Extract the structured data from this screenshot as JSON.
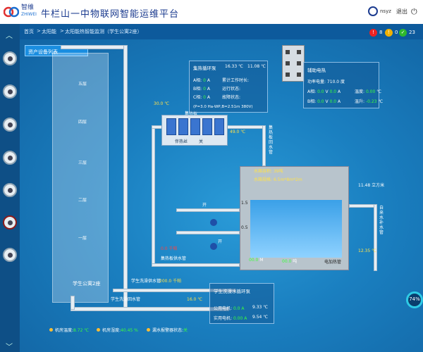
{
  "app": {
    "brand_cn": "智维",
    "brand_en": "ZHIWEI",
    "title": "牛栏山一中物联网智能运维平台",
    "user": "nsyz",
    "logout": "退出"
  },
  "breadcrumb": {
    "home": "首页",
    "level1": "太阳能",
    "level2": "太阳能热智能监测（学生公寓2座）"
  },
  "alarms": {
    "red": "8",
    "yellow": "0",
    "green": "23"
  },
  "asset_list": "资产设备列表",
  "building": {
    "name": "学生公寓2座",
    "floors": [
      "五层",
      "四层",
      "三层",
      "二层",
      "一层"
    ]
  },
  "collector_loop": {
    "title": "集热循环泵",
    "temp1": "16.33 ℃",
    "temp2": "11.08 ℃",
    "a_label": "A相:",
    "a_val": "0",
    "b_label": "B相:",
    "b_val": "0",
    "c_label": "C相:",
    "c_val": "0",
    "unit": "A",
    "s1": "累计工作时长:",
    "s2": "运行状态:",
    "s3": "故障状态:",
    "spec": "(P=3.0 Ha-WP,B=2.51m 380V)"
  },
  "aux_heat": {
    "title": "辅助电热",
    "power": "功率电量: 710.0 度",
    "a": "A相:",
    "a_v": "0.0",
    "a_i": "0.0",
    "b": "B相:",
    "b_v": "0.0",
    "b_i": "0.0",
    "temp_lbl": "温度:",
    "temp": "0.00",
    "temp2_lbl": "温升:",
    "temp2": "-0.23",
    "vunit": "V",
    "iunit": "A",
    "tunit": "℃"
  },
  "collector": {
    "label": "集热板",
    "caption": "伴热丝",
    "switch": "关"
  },
  "temps": {
    "in_water": "30.0 ℃",
    "hot_out": "49.0 ℃"
  },
  "pipes": {
    "hot_out": "集热板回水管",
    "hot_in": "集热板供水管",
    "supply": "学生洗澡供水管",
    "return": "学生洗澡回水管",
    "city": "自来水补水管"
  },
  "tank": {
    "level_lbl": "水箱容积:",
    "level": "39吨",
    "cap_lbl": "水箱规格:",
    "cap": "6.5m*8m*2m",
    "temp_low": "00.0",
    "temp_mid": "00.0",
    "unit_m": "M",
    "unit_low": "吨",
    "heater": "电加热管"
  },
  "city_water": {
    "flow": "11.48 立方米",
    "temp": "12.35 ℃"
  },
  "supply_pipe": {
    "pressure": "200.0 千帕",
    "temp": "16.0 ℃"
  },
  "return_pipe": {
    "pressure": "0.0 千帕"
  },
  "valves": {
    "open1": "开",
    "open2": "开"
  },
  "shower_loop": {
    "title": "学生洗澡水循环泵",
    "pump1_lbl": "公用电机:",
    "pump1": "0.0 A",
    "pump1_t": "9.33 ℃",
    "pump2_lbl": "实用电机:",
    "pump2": "0.00 A",
    "pump2_t": "9.54 ℃"
  },
  "status_bar": {
    "room_temp_lbl": "机房温度:",
    "room_temp": "8.72 ℃",
    "room_hum_lbl": "机房湿度:",
    "room_hum": "40.45 %",
    "leak_lbl": "漏水报警器状态:",
    "leak": "关"
  },
  "gauge": {
    "value": "74%"
  }
}
